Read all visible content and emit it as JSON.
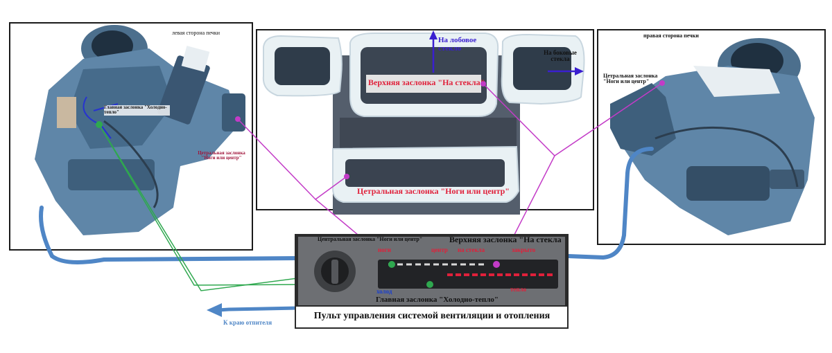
{
  "colors": {
    "frame": "#1a1a1a",
    "part_blue": "#5f86a8",
    "part_dark": "#2d4356",
    "foam": "#e9f1f4",
    "cable_blue": "#4f86c6",
    "magenta_line": "#c33bc7",
    "green_line": "#2fa84f",
    "red_text": "#e0203a",
    "panel_bg": "#6d6f73",
    "arrow_purple": "#3a1fd0"
  },
  "left_panel": {
    "title": "левая сторона печки",
    "label_main_damper": "Главная заслонка \"Холодно-тепло\"",
    "label_center_damper": "Цетральная заслонка \"Ноги или центр\""
  },
  "center_panel": {
    "arrow_windshield": "На лобовое стекло",
    "arrow_side_windows": "На боковые стекла",
    "label_top_damper": "Верхняя заслонка \"На стекла\"",
    "label_center_damper": "Цетральная заслонка \"Ноги или центр\""
  },
  "right_panel": {
    "title": "правая сторона печки",
    "label_center_damper": "Цетральная заслонка \"Ноги или центр\""
  },
  "control_panel": {
    "label_center": "Центральная заслонка \"Ноги или центр\"",
    "label_top": "Верхняя заслонка \"На стекла",
    "marks": [
      "ноги",
      "центр",
      "на стекла",
      "закрыто"
    ],
    "label_cold": "холод",
    "label_warm": "тепло",
    "label_main": "Главная заслонка \"Холодно-тепло\"",
    "caption": "Пульт управления системой вентиляции и отопления"
  },
  "fender_arrow_label": "К краю отпителя"
}
